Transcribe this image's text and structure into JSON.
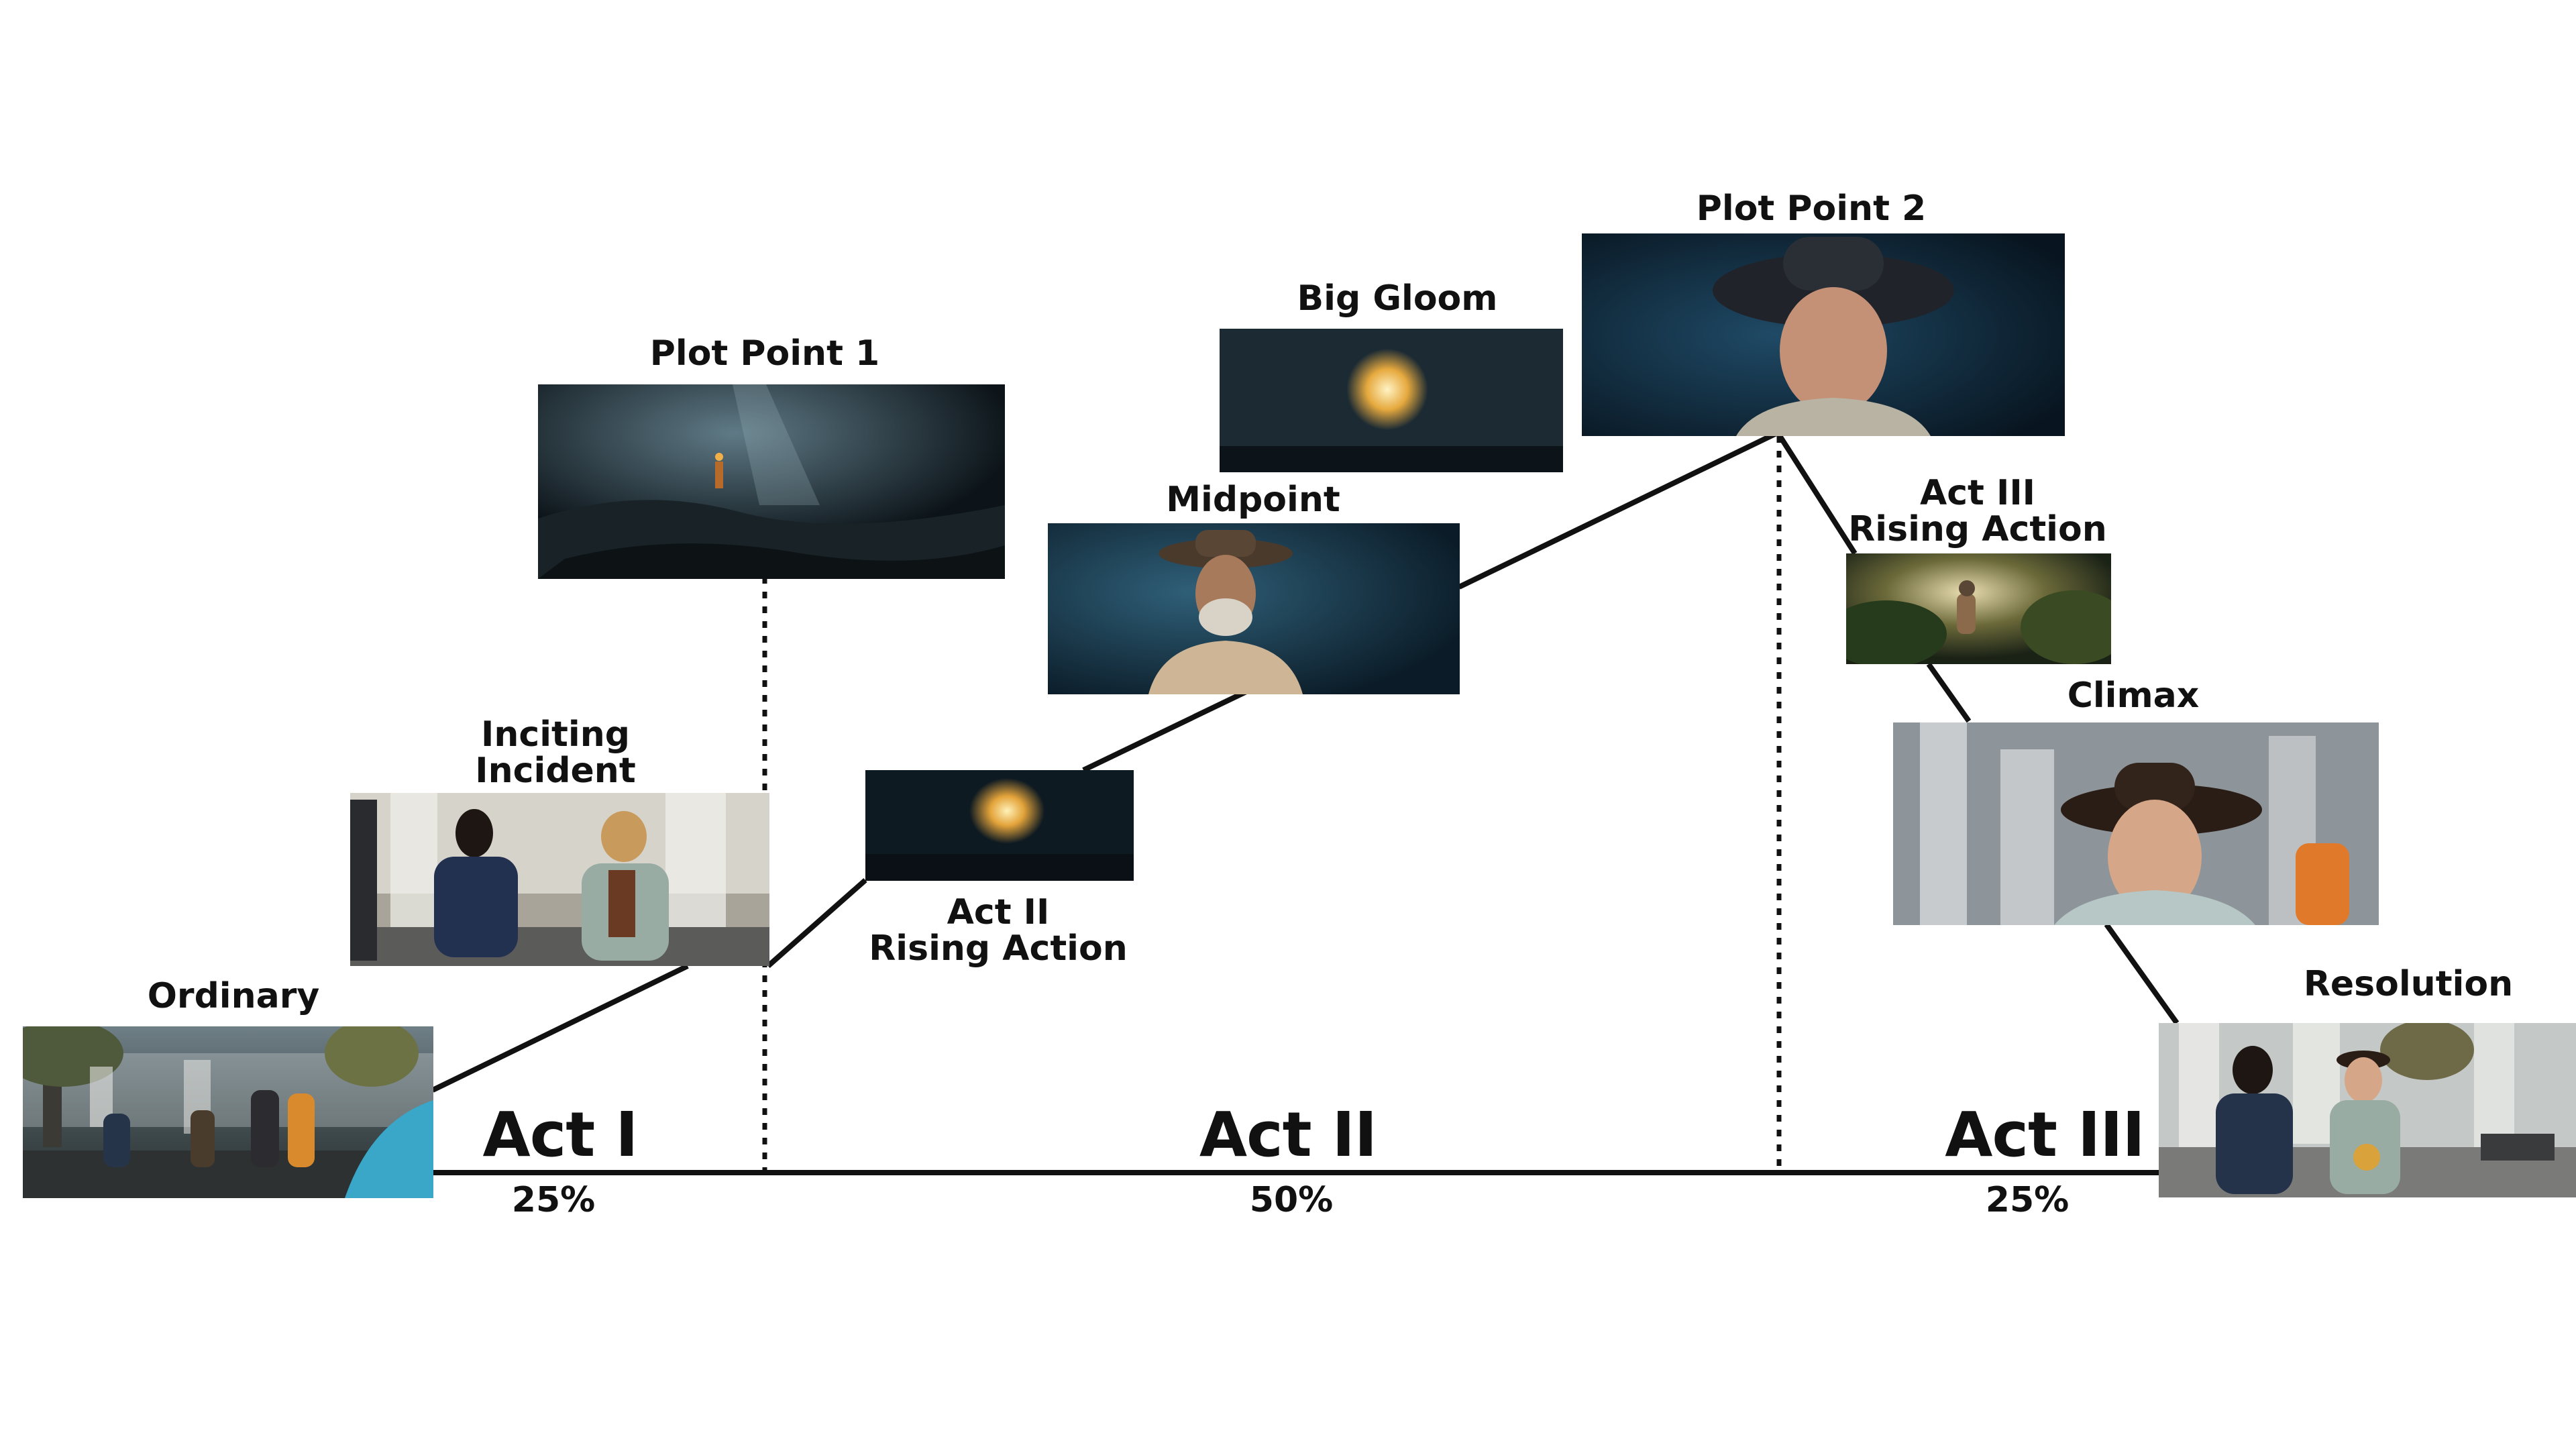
{
  "beats": {
    "ordinary": "Ordinary",
    "inciting_line1": "Inciting",
    "inciting_line2": "Incident",
    "plot_point_1": "Plot Point 1",
    "act2_rising_line1": "Act II",
    "act2_rising_line2": "Rising Action",
    "midpoint": "Midpoint",
    "big_gloom": "Big Gloom",
    "plot_point_2": "Plot Point 2",
    "act3_rising_line1": "Act III",
    "act3_rising_line2": "Rising Action",
    "climax": "Climax",
    "resolution": "Resolution"
  },
  "acts": [
    {
      "name": "Act I",
      "share": "25%"
    },
    {
      "name": "Act II",
      "share": "50%"
    },
    {
      "name": "Act III",
      "share": "25%"
    }
  ],
  "colors": {
    "line": "#111111",
    "background": "#ffffff",
    "dark_scene": "#0b1a24",
    "warm_glow": "#f2c46a"
  }
}
